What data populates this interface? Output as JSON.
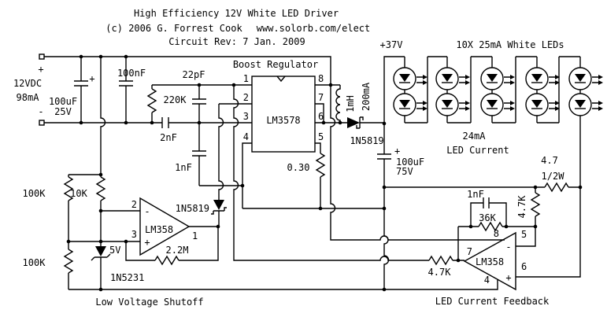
{
  "header": {
    "line1": "High Efficiency 12V White LED Driver",
    "line2a": "(c) 2006 G. Forrest Cook",
    "line2b": "www.solorb.com/elect",
    "line3": "Circuit Rev: 7 Jan. 2009"
  },
  "input": {
    "plus": "+",
    "minus": "-",
    "voltage": "12VDC",
    "current": "98mA",
    "cap_main": "100uF",
    "cap_main_v": "25V",
    "cap_main_plus": "+",
    "cap_bypass": "100nF"
  },
  "boost": {
    "section_title": "Boost Regulator",
    "ic": "LM3578",
    "pins_left": [
      "1",
      "2",
      "3",
      "4"
    ],
    "pins_right": [
      "8",
      "7",
      "6",
      "5"
    ],
    "r_feedback": "220K",
    "c_feedback": "22pF",
    "c_osc_a": "2nF",
    "c_osc_b": "1nF",
    "r_sense": "0.30",
    "inductor": "1mH",
    "inductor_current": "200mA",
    "diode": "1N5819"
  },
  "output": {
    "rail": "+37V",
    "leds_title": "10X 25mA White LEDs",
    "cap": "100uF",
    "cap_v": "75V",
    "cap_plus": "+",
    "led_current_1": "24mA",
    "led_current_2": "LED Current",
    "r_sense": "4.7",
    "r_sense_w": "1/2W"
  },
  "shutoff": {
    "caption": "Low Voltage Shutoff",
    "r_top": "100K",
    "r_mid": "10K",
    "r_bottom": "100K",
    "zener_v": "5V",
    "zener": "1N5231",
    "ic": "LM358",
    "pin_inv": "2",
    "pin_ni": "3",
    "pin_out": "1",
    "sign_minus": "-",
    "sign_plus": "+",
    "diode": "1N5819",
    "r_hyst": "2.2M"
  },
  "feedback": {
    "caption": "LED Current Feedback",
    "c_comp": "1nF",
    "r_fb": "36K",
    "r_gain": "4.7K",
    "r_out": "4.7K",
    "ic": "LM358",
    "pin_vcc": "8",
    "pin_inv": "5",
    "pin_ni": "6",
    "pin_out": "7",
    "pin_gnd": "4",
    "sign_minus": "-",
    "sign_plus": "+"
  }
}
